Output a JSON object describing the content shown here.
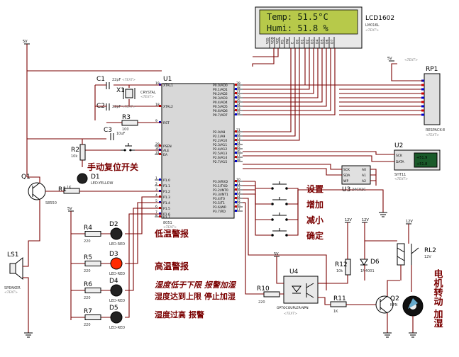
{
  "lcd": {
    "ref": "LCD1602",
    "part": "LM016L",
    "line1": "Temp:  51.5°C",
    "line2": "Humi:  51.8 %",
    "pins": [
      "VSS",
      "VDD",
      "VEE",
      "RS",
      "RW",
      "E",
      "D0",
      "D1",
      "D2",
      "D3",
      "D4",
      "D5",
      "D6",
      "D7"
    ]
  },
  "mcu": {
    "ref": "U1",
    "part": "8051",
    "left_pins": [
      {
        "num": "19",
        "name": "XTAL1"
      },
      {
        "num": "18",
        "name": "XTAL2"
      },
      {
        "num": "9",
        "name": "RST"
      },
      {
        "num": "29",
        "name": "PSEN"
      },
      {
        "num": "30",
        "name": "ALE"
      },
      {
        "num": "31",
        "name": "EA"
      },
      {
        "num": "1",
        "name": "P1.0"
      },
      {
        "num": "2",
        "name": "P1.1"
      },
      {
        "num": "3",
        "name": "P1.2"
      },
      {
        "num": "4",
        "name": "P1.3"
      },
      {
        "num": "5",
        "name": "P1.4"
      },
      {
        "num": "6",
        "name": "P1.5"
      },
      {
        "num": "7",
        "name": "P1.6"
      },
      {
        "num": "8",
        "name": "P1.7"
      }
    ],
    "right_pins": [
      {
        "num": "39",
        "name": "P0.0/AD0"
      },
      {
        "num": "38",
        "name": "P0.1/AD1"
      },
      {
        "num": "37",
        "name": "P0.2/AD2"
      },
      {
        "num": "36",
        "name": "P0.3/AD3"
      },
      {
        "num": "35",
        "name": "P0.4/AD4"
      },
      {
        "num": "34",
        "name": "P0.5/AD5"
      },
      {
        "num": "33",
        "name": "P0.6/AD6"
      },
      {
        "num": "32",
        "name": "P0.7/AD7"
      },
      {
        "num": "21",
        "name": "P2.0/A8"
      },
      {
        "num": "22",
        "name": "P2.1/A9"
      },
      {
        "num": "23",
        "name": "P2.2/A10"
      },
      {
        "num": "24",
        "name": "P2.3/A11"
      },
      {
        "num": "25",
        "name": "P2.4/A12"
      },
      {
        "num": "26",
        "name": "P2.5/A13"
      },
      {
        "num": "27",
        "name": "P2.6/A14"
      },
      {
        "num": "28",
        "name": "P2.7/A15"
      },
      {
        "num": "10",
        "name": "P3.0/RXD"
      },
      {
        "num": "11",
        "name": "P3.1/TXD"
      },
      {
        "num": "12",
        "name": "P3.2/INT0"
      },
      {
        "num": "13",
        "name": "P3.3/INT1"
      },
      {
        "num": "14",
        "name": "P3.4/T0"
      },
      {
        "num": "15",
        "name": "P3.5/T1"
      },
      {
        "num": "16",
        "name": "P3.6/WR"
      },
      {
        "num": "17",
        "name": "P3.7/RD"
      }
    ]
  },
  "crystal": {
    "ref": "X1",
    "part": "CRYSTAL"
  },
  "caps": {
    "c1": {
      "ref": "C1",
      "val": "22pF"
    },
    "c2": {
      "ref": "C2",
      "val": "22pF"
    },
    "c3": {
      "ref": "C3",
      "val": "10uF"
    }
  },
  "resistors": {
    "r1": {
      "ref": "R1",
      "val": "1K"
    },
    "r2": {
      "ref": "R2",
      "val": "10k"
    },
    "r3": {
      "ref": "R3",
      "val": "100"
    },
    "r4": {
      "ref": "R4",
      "val": "220"
    },
    "r5": {
      "ref": "R5",
      "val": "220"
    },
    "r6": {
      "ref": "R6",
      "val": "220"
    },
    "r7": {
      "ref": "R7",
      "val": "220"
    },
    "r10": {
      "ref": "R10",
      "val": "220"
    },
    "r11": {
      "ref": "R11",
      "val": "1K"
    },
    "r12": {
      "ref": "R12",
      "val": "10k"
    }
  },
  "leds": {
    "d1": {
      "ref": "D1",
      "part": "LED-YELLOW"
    },
    "d2": {
      "ref": "D2",
      "part": "LED-RED"
    },
    "d3": {
      "ref": "D3",
      "part": "LED-RED"
    },
    "d4": {
      "ref": "D4",
      "part": "LED-RED"
    },
    "d5": {
      "ref": "D5",
      "part": "LED-RED"
    }
  },
  "q1": {
    "ref": "Q1",
    "part": "S8550"
  },
  "q2": {
    "ref": "Q2",
    "part": "NPN"
  },
  "d6": {
    "ref": "D6",
    "part": "1N4001"
  },
  "speaker": {
    "ref": "LS1",
    "part": "SPEAKER"
  },
  "respack": {
    "ref": "RP1",
    "part": "RESPACK-8"
  },
  "sht": {
    "ref": "U2",
    "part": "SHT11",
    "pins": [
      "SCK",
      "DATA"
    ],
    "readout1": "+51.9",
    "readout2": "+51.8"
  },
  "eeprom": {
    "ref": "U3",
    "part": "24C02C",
    "left": [
      "SCK",
      "SDA",
      "WP"
    ],
    "right": [
      "A0",
      "A1",
      "A2"
    ]
  },
  "opto": {
    "ref": "U4",
    "part": "OPTOCOUPLER-NPN"
  },
  "relay": {
    "ref": "RL2",
    "part": "12V"
  },
  "power": {
    "v5": "5V",
    "v12": "12V"
  },
  "text_tag": "<TEXT>",
  "annotations": {
    "reset": "手动复位开关",
    "low_alarm": "低温警报",
    "high_alarm": "高温警报",
    "dry_line1": "湿度低于下限 报警加湿",
    "dry_line2": "湿度达到上限 停止加湿",
    "humid": "湿度过高 报警",
    "btn_set": "设置",
    "btn_add": "增加",
    "btn_sub": "减小",
    "btn_ok": "确定",
    "motor": "电机转动 加湿"
  },
  "colors": {
    "wire": "#7a0000",
    "lcd_bg": "#b7c94a",
    "led_on": "#ff2a00",
    "text_red": "#7a0000",
    "chip_fill": "#d8d8d8"
  }
}
